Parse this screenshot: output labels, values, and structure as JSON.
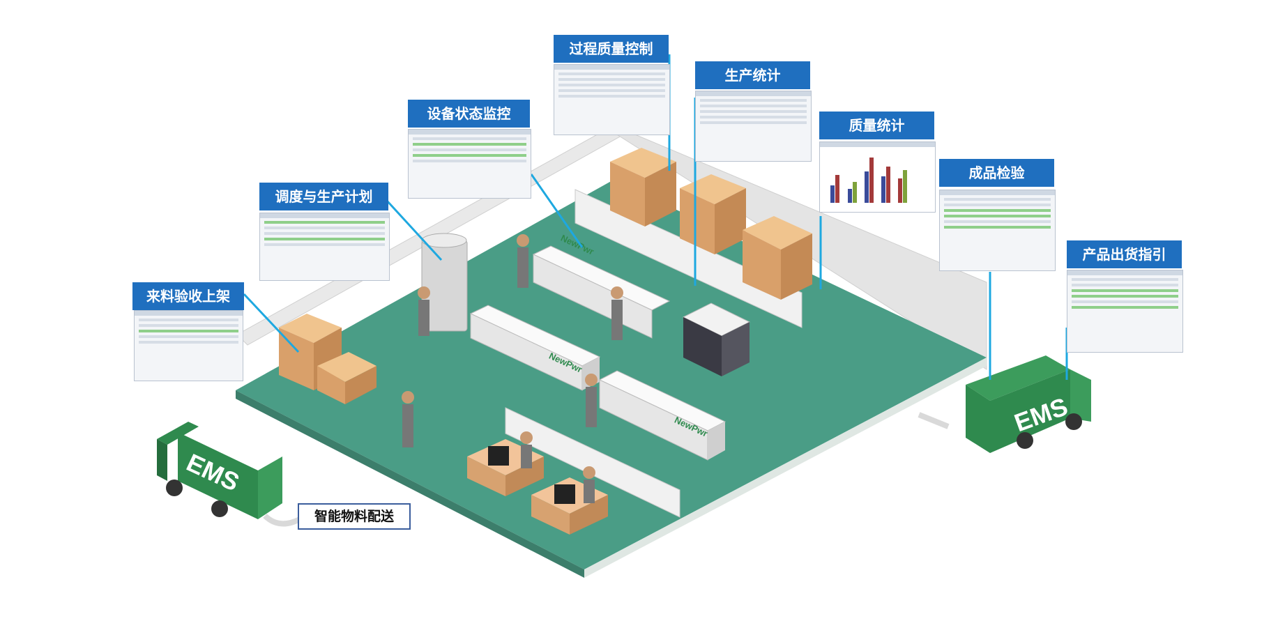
{
  "labels": {
    "incoming": "来料验收上架",
    "dispatch": "调度与生产计划",
    "equipment": "设备状态监控",
    "process_qc": "过程质量控制",
    "production_stats": "生产统计",
    "quality_stats": "质量统计",
    "final_inspection": "成品检验",
    "shipping": "产品出货指引",
    "logistics": "智能物料配送"
  },
  "brand": {
    "truck_text": "EMS",
    "machine_text": "NewPwr"
  },
  "colors": {
    "label_bg": "#1f6fbf",
    "floor": "#4a9d86",
    "truck": "#2f8a4e",
    "leader_line": "#1ea8e0",
    "box": "#e2b07d"
  }
}
